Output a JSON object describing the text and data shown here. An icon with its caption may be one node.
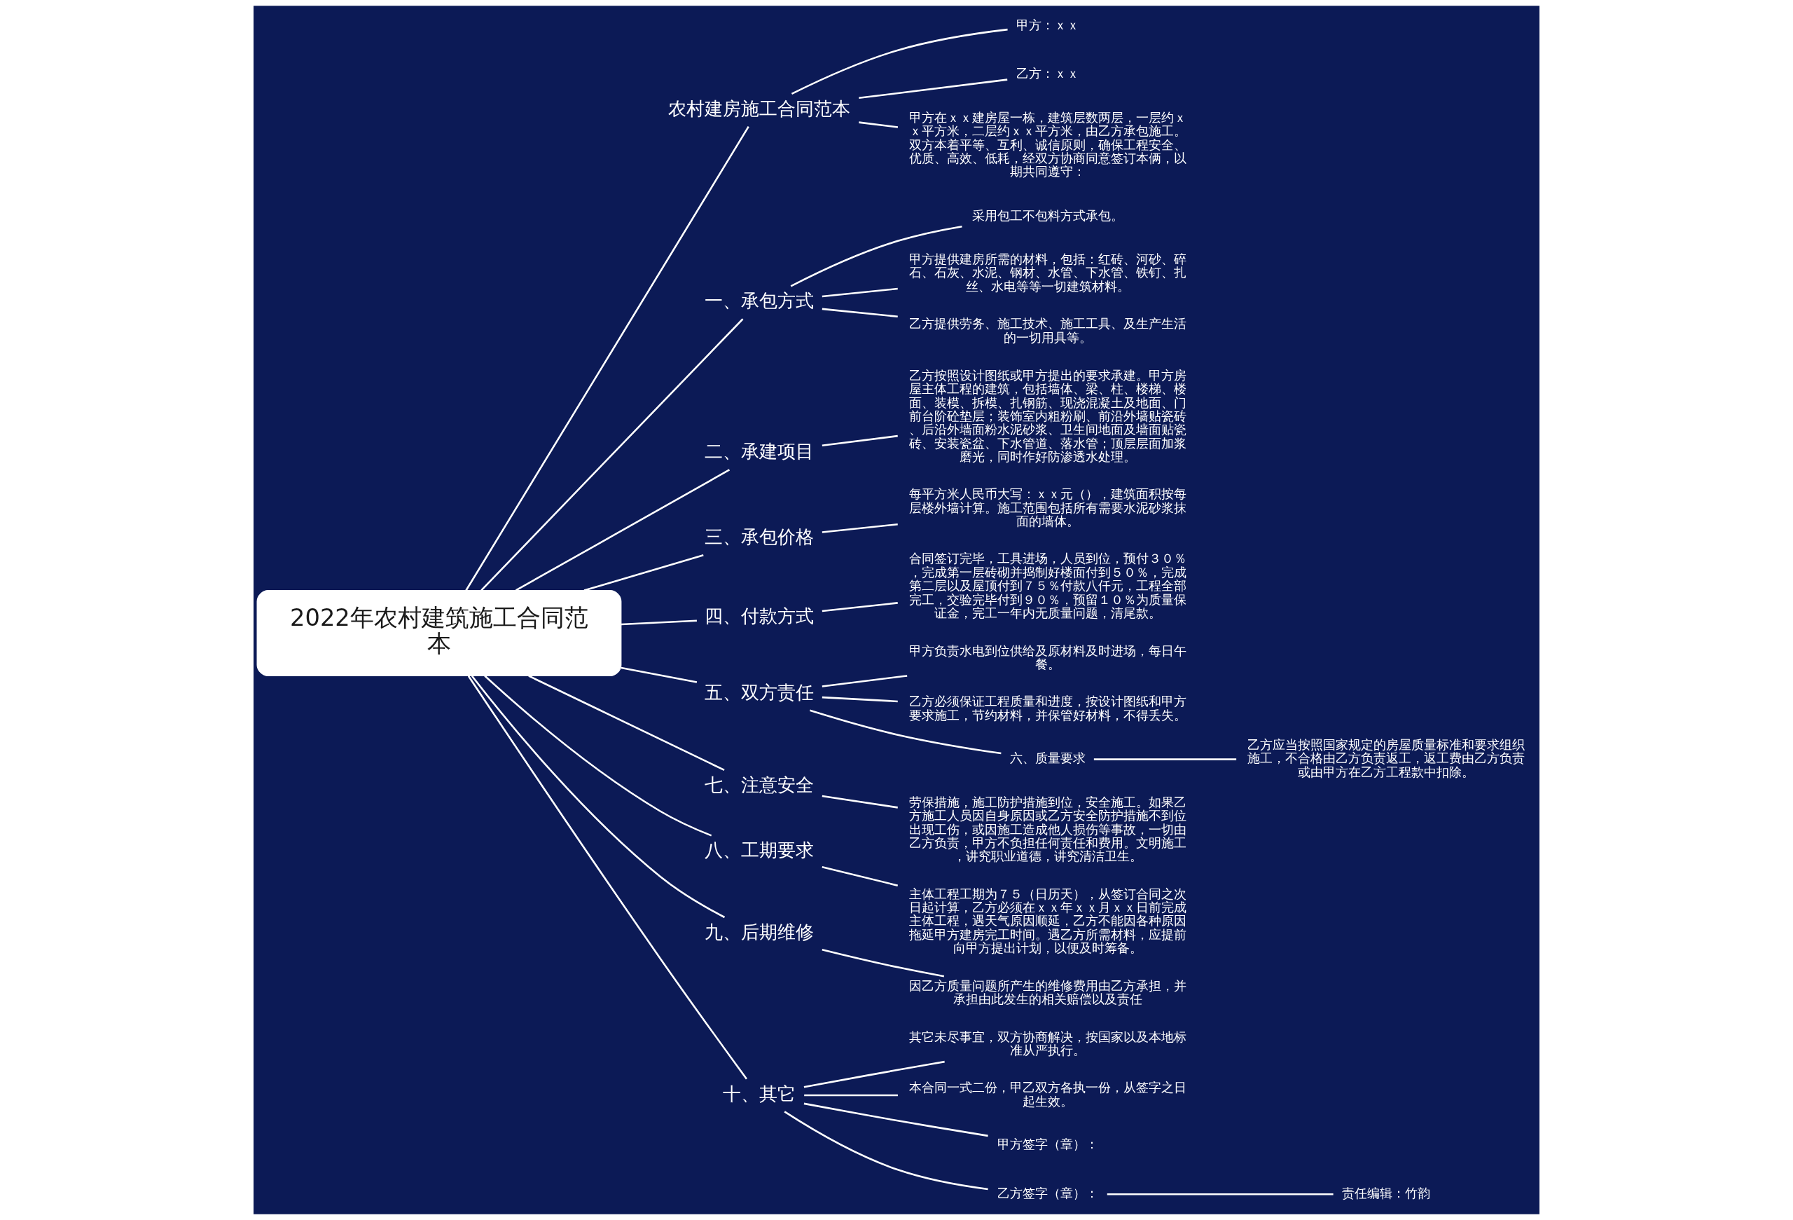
{
  "diagram": {
    "nodes": [
      {
        "text": [
          "2022年农村建筑施工合同范本"
        ]
      },
      {
        "text": [
          "农村建房施工合同范本"
        ]
      },
      {
        "text": [
          "甲方：ｘｘ"
        ]
      },
      {
        "text": [
          "乙方：ｘｘ"
        ]
      },
      {
        "text": [
          "甲方在ｘｘ建房屋一栋，建筑层数两层，一层约ｘｘ平方米，二层约ｘｘ平方米，由乙方承包施工。双方本着平等、互利、诚信原则，确保工程安全、优质、高效、低耗，经双方协商同意签订本俩，以期共同遵守："
        ]
      },
      {
        "text": [
          "一、承包方式"
        ]
      },
      {
        "text": [
          "采用包工不包料方式承包。"
        ]
      },
      {
        "text": [
          "甲方提供建房所需的材料，包括：红砖、河砂、碎石、石灰、水泥、钢材、水管、下水管、铁钉、扎丝、水电等等一切建筑材料。"
        ]
      },
      {
        "text": [
          "乙方提供劳务、施工技术、施工工具、及生产生活的一切用具等。"
        ]
      },
      {
        "text": [
          "二、承建项目"
        ]
      },
      {
        "text": [
          "乙方按照设计图纸或甲方提出的要求承建。甲方房屋主体工程的建筑，包括墙体、梁、柱、楼梯、楼面、装模、拆模、扎钢筋、现浇混凝土及地面、门前台阶砼垫层；装饰室内粗粉刷、前沿外墙贴瓷砖、后沿外墙面粉水泥砂浆、卫生间地面及墙面贴瓷砖、安装瓷盆、下水管道、落水管；顶层层面加浆磨光，同时作好防渗透水处理。"
        ]
      },
      {
        "text": [
          "三、承包价格"
        ]
      },
      {
        "text": [
          "每平方米人民币大写：ｘｘ元（），建筑面积按每层楼外墙计算。施工范围包括所有需要水泥砂浆抹面的墙体。"
        ]
      },
      {
        "text": [
          "四、付款方式"
        ]
      },
      {
        "text": [
          "合同签订完毕，工具进场，人员到位，预付３０％，完成第一层砖砌并捣制好楼面付到５０％，完成第二层以及屋顶付到７５％付款八仟元，工程全部完工，交验完毕付到９０％，预留１０％为质量保证金，完工一年内无质量问题，清尾款。"
        ]
      },
      {
        "text": [
          "五、双方责任"
        ]
      },
      {
        "text": [
          "甲方负责水电到位供给及原材料及时进场，每日午餐。"
        ]
      },
      {
        "text": [
          "乙方必须保证工程质量和进度，按设计图纸和甲方要求施工，节约材料，并保管好材料，不得丢失。"
        ]
      },
      {
        "text": [
          "六、质量要求"
        ]
      },
      {
        "text": [
          "乙方应当按照国家规定的房屋质量标准和要求组织施工，不合格由乙方负责返工，返工费由乙方负责或由甲方在乙方工程款中扣除。"
        ]
      },
      {
        "text": [
          "七、注意安全"
        ]
      },
      {
        "text": [
          "劳保措施，施工防护措施到位，安全施工。如果乙方施工人员因自身原因或乙方安全防护措施不到位出现工伤，或因施工造成他人损伤等事故，一切由乙方负责，甲方不负担任何责任和费用。文明施工，讲究职业道德，讲究清洁卫生。"
        ]
      },
      {
        "text": [
          "八、工期要求"
        ]
      },
      {
        "text": [
          "主体工程工期为７５（日历天），从签订合同之次日起计算，乙方必须在ｘｘ年ｘｘ月ｘｘ日前完成主体工程，遇天气原因顺延，乙方不能因各种原因拖延甲方建房完工时间。遇乙方所需材料，应提前向甲方提出计划，以便及时筹备。"
        ]
      },
      {
        "text": [
          "九、后期维修"
        ]
      },
      {
        "text": [
          "因乙方质量问题所产生的维修费用由乙方承担，并承担由此发生的相关赔偿以及责任"
        ]
      },
      {
        "text": [
          "十、其它"
        ]
      },
      {
        "text": [
          "其它未尽事宜，双方协商解决，按国家以及本地标准从严执行。"
        ]
      },
      {
        "text": [
          "本合同一式二份，甲乙双方各执一份，从签字之日起生效。"
        ]
      },
      {
        "text": [
          "甲方签字（章）："
        ]
      },
      {
        "text": [
          "乙方签字（章）："
        ]
      },
      {
        "text": [
          "责任编辑：竹韵"
        ]
      }
    ],
    "edges": [
      {
        "from": 0,
        "to": 1,
        "arrow": "none"
      },
      {
        "from": 1,
        "to": 2,
        "arrow": "none"
      },
      {
        "from": 1,
        "to": 3,
        "arrow": "none"
      },
      {
        "from": 1,
        "to": 4,
        "arrow": "none"
      },
      {
        "from": 0,
        "to": 5,
        "arrow": "none"
      },
      {
        "from": 5,
        "to": 6,
        "arrow": "none"
      },
      {
        "from": 5,
        "to": 7,
        "arrow": "none"
      },
      {
        "from": 5,
        "to": 8,
        "arrow": "none"
      },
      {
        "from": 0,
        "to": 9,
        "arrow": "none"
      },
      {
        "from": 9,
        "to": 10,
        "arrow": "none"
      },
      {
        "from": 0,
        "to": 11,
        "arrow": "none"
      },
      {
        "from": 11,
        "to": 12,
        "arrow": "none"
      },
      {
        "from": 0,
        "to": 13,
        "arrow": "none"
      },
      {
        "from": 13,
        "to": 14,
        "arrow": "none"
      },
      {
        "from": 0,
        "to": 15,
        "arrow": "none"
      },
      {
        "from": 15,
        "to": 16,
        "arrow": "none"
      },
      {
        "from": 15,
        "to": 17,
        "arrow": "none"
      },
      {
        "from": 15,
        "to": 18,
        "arrow": "none"
      },
      {
        "from": 18,
        "to": 19,
        "arrow": "none"
      },
      {
        "from": 0,
        "to": 20,
        "arrow": "none"
      },
      {
        "from": 20,
        "to": 21,
        "arrow": "none"
      },
      {
        "from": 0,
        "to": 22,
        "arrow": "none"
      },
      {
        "from": 22,
        "to": 23,
        "arrow": "none"
      },
      {
        "from": 0,
        "to": 24,
        "arrow": "none"
      },
      {
        "from": 24,
        "to": 25,
        "arrow": "none"
      },
      {
        "from": 0,
        "to": 26,
        "arrow": "none"
      },
      {
        "from": 26,
        "to": 27,
        "arrow": "none"
      },
      {
        "from": 26,
        "to": 28,
        "arrow": "none"
      },
      {
        "from": 26,
        "to": 29,
        "arrow": "none"
      },
      {
        "from": 26,
        "to": 30,
        "arrow": "none"
      },
      {
        "from": 30,
        "to": 31,
        "arrow": "none"
      }
    ]
  }
}
